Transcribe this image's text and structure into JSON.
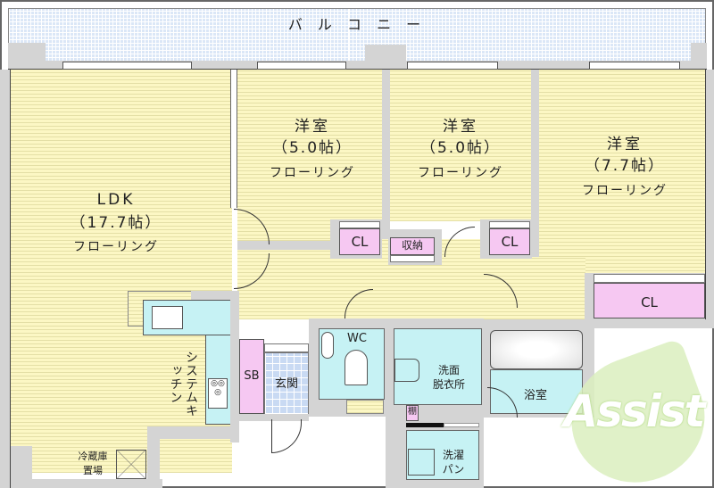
{
  "balcony": {
    "label": "バ ル コ ニ ー"
  },
  "rooms": {
    "ldk": {
      "name": "LDK",
      "size": "（17.7帖）",
      "flooring": "フローリング"
    },
    "western1": {
      "name": "洋室",
      "size": "（5.0帖）",
      "flooring": "フローリング"
    },
    "western2": {
      "name": "洋室",
      "size": "（5.0帖）",
      "flooring": "フローリング"
    },
    "western3": {
      "name": "洋室",
      "size": "（7.7帖）",
      "flooring": "フローリング"
    }
  },
  "storage": {
    "cl1": "CL",
    "cl2": "CL",
    "cl3": "CL",
    "shuno": "収納",
    "sb": "SB",
    "tana": "棚"
  },
  "fixtures": {
    "kitchen": "システムキッチン",
    "fridge_line1": "冷蔵庫",
    "fridge_line2": "置場",
    "entrance": "玄関",
    "wc": "WC",
    "washroom_line1": "洗面",
    "washroom_line2": "脱衣所",
    "bath": "浴室",
    "laundry_line1": "洗濯",
    "laundry_line2": "パン"
  },
  "watermark": {
    "text": "Assist",
    "color": "#9fd06a"
  },
  "colors": {
    "floor": "#fcf7c4",
    "wall": "#d4d4d4",
    "closet": "#f6c8f2",
    "wet_area": "#c6f2f4",
    "balcony": "#dbe7f7"
  }
}
